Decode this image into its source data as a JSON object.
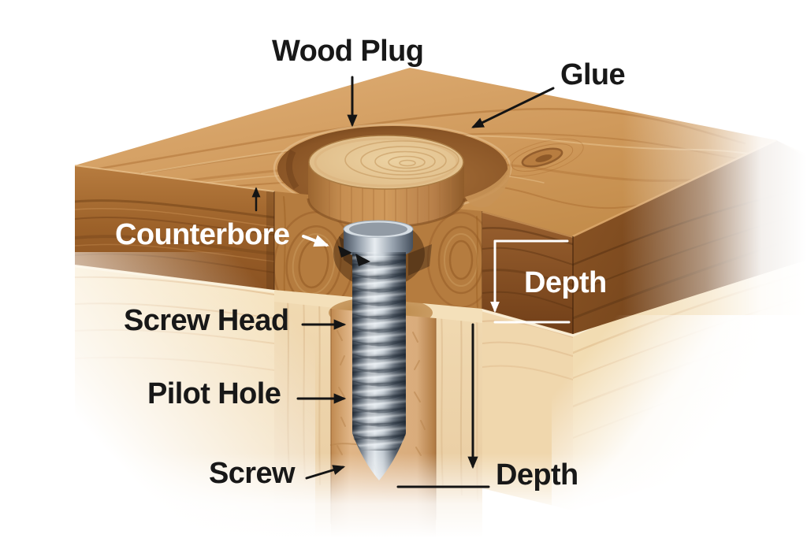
{
  "diagram": {
    "labels": {
      "wood_plug": "Wood Plug",
      "glue": "Glue",
      "counterbore": "Counterbore",
      "screw_head": "Screw Head",
      "pilot_hole": "Pilot Hole",
      "screw": "Screw",
      "depth_upper": "Depth",
      "depth_lower": "Depth"
    },
    "annotation_arrows": {
      "wood_plug": "down to plug",
      "glue": "down-left to board surface",
      "counterbore": "up to bore wall, right to gap at screw neck",
      "screw_head": "right to screw",
      "pilot_hole": "right to screw shank",
      "screw": "up-right to screw tip",
      "depth_upper": "white dimension bracket on upper board",
      "depth_lower": "black dimension line to screw tip depth"
    },
    "colors": {
      "background": "#ffffff",
      "label_dark": "#181818",
      "label_light": "#ffffff",
      "arrow_dark": "#141414",
      "arrow_light": "#ffffff",
      "oak_top_face": "#d19a5f",
      "oak_front_face": "#9a5f28",
      "oak_side_face": "#7a4a1f",
      "oak_end_grain": "#b57c3f",
      "maple_face": "#f3ddb6",
      "maple_end_grain": "#eed6ad",
      "pilot_hole_wood": "#ddb486",
      "plug_top": "#e6c693",
      "plug_side": "#c68e51",
      "screw_metal_light": "#e6ebef",
      "screw_metal_dark": "#4f5a68"
    }
  }
}
